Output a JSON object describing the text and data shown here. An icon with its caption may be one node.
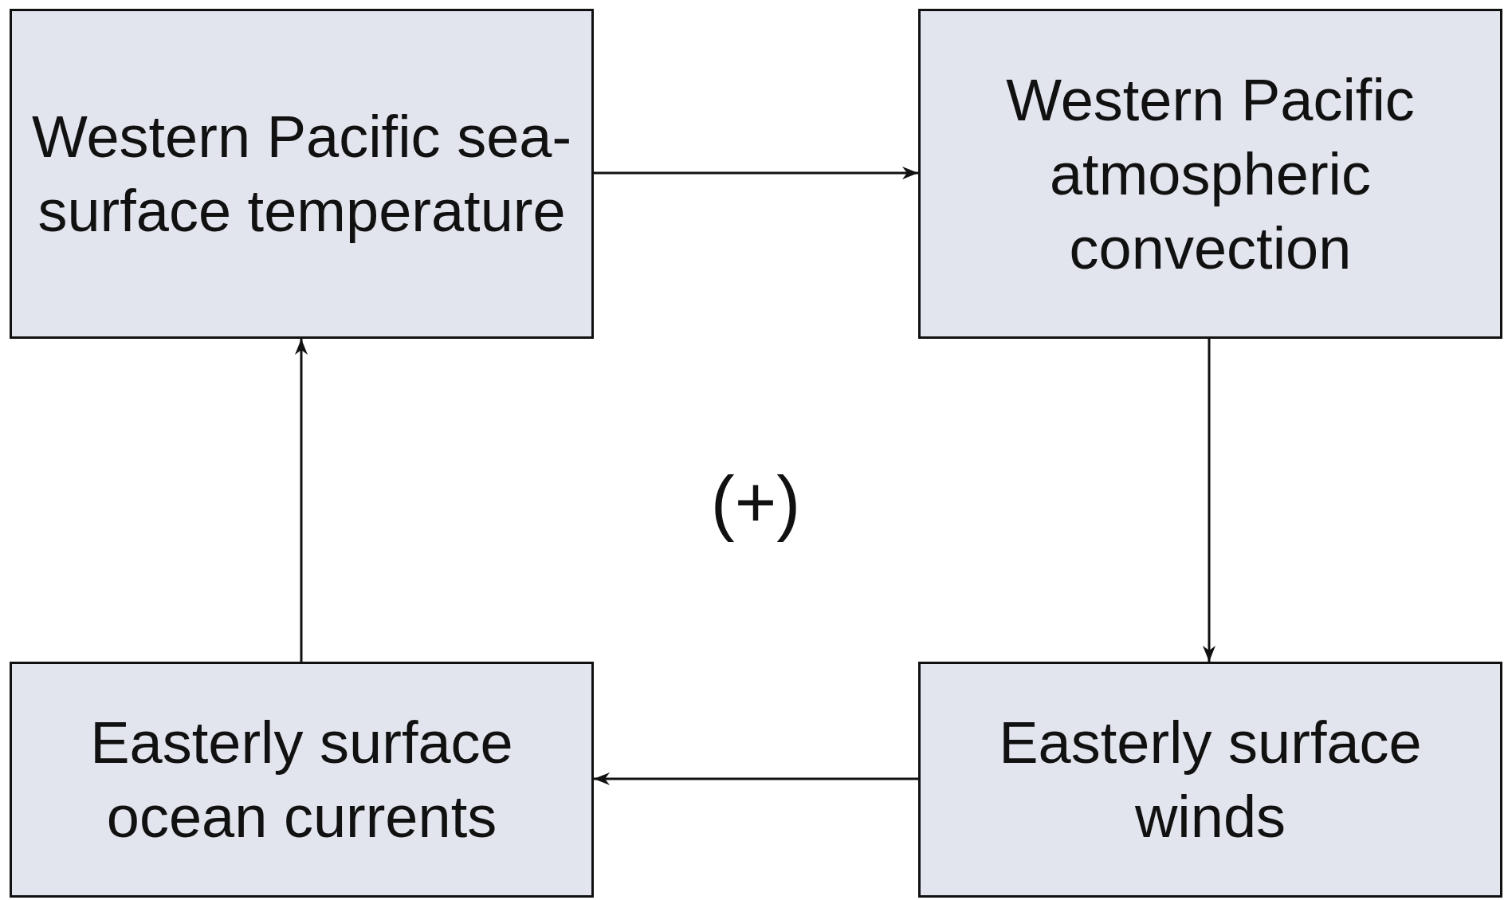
{
  "diagram": {
    "nodes": [
      {
        "text": [
          "Western Pacific sea-surface temperature"
        ]
      },
      {
        "text": [
          "Western Pacific atmospheric convection"
        ]
      },
      {
        "text": [
          "Easterly surface ocean currents"
        ]
      },
      {
        "text": [
          "Easterly surface winds"
        ]
      }
    ],
    "edges": [
      {
        "from": 0,
        "to": 1,
        "arrow": "to"
      },
      {
        "from": 1,
        "to": 3,
        "arrow": "to"
      },
      {
        "from": 3,
        "to": 2,
        "arrow": "to"
      },
      {
        "from": 2,
        "to": 0,
        "arrow": "to"
      }
    ],
    "labels": [
      "(+)"
    ]
  }
}
